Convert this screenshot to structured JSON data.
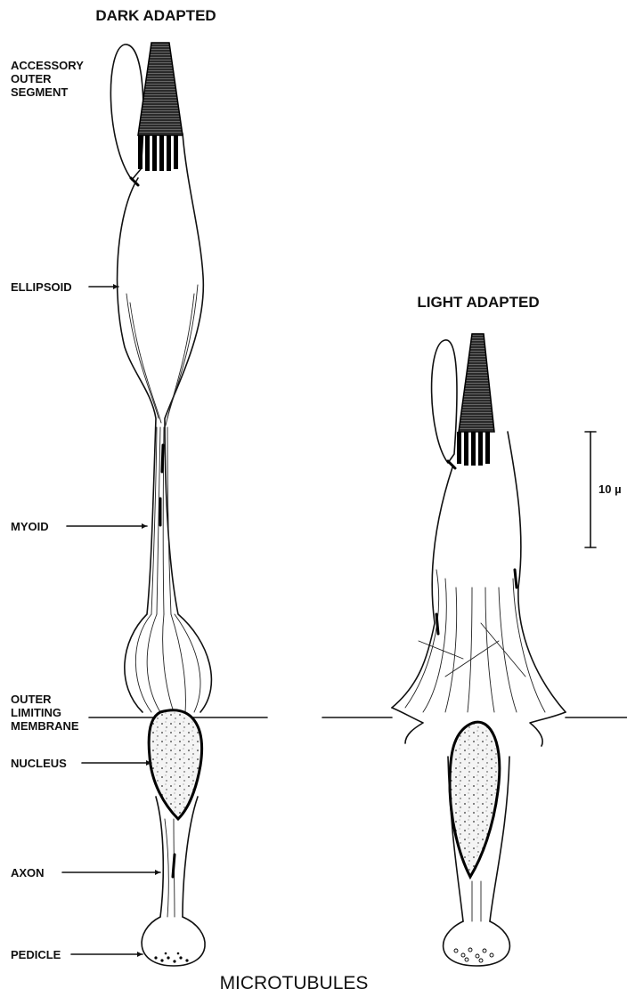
{
  "figure": {
    "headings": {
      "dark": "DARK ADAPTED",
      "light": "LIGHT ADAPTED"
    },
    "labels": {
      "accessory_1": "ACCESSORY",
      "accessory_2": "OUTER",
      "accessory_3": "SEGMENT",
      "ellipsoid": "ELLIPSOID",
      "myoid": "MYOID",
      "olm_1": "OUTER",
      "olm_2": "LIMITING",
      "olm_3": "MEMBRANE",
      "nucleus": "NUCLEUS",
      "axon": "AXON",
      "pedicle": "PEDICLE"
    },
    "scale_label": "10 µ",
    "footer": "MICROTUBULES"
  },
  "colors": {
    "ink": "#111111",
    "background": "#ffffff"
  }
}
